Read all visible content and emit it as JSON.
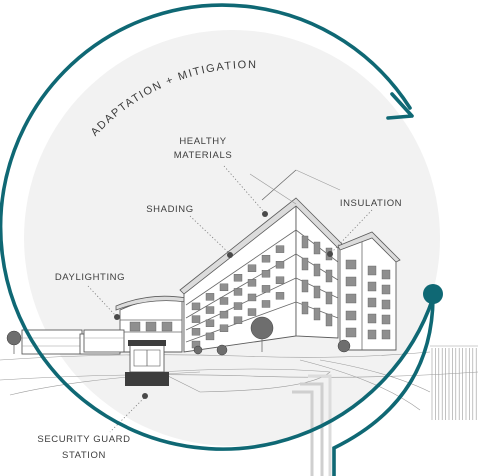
{
  "arc_title": "ADAPTATION + MITIGATION",
  "labels": {
    "healthy_materials_line1": "HEALTHY",
    "healthy_materials_line2": "MATERIALS",
    "shading": "SHADING",
    "insulation": "INSULATION",
    "daylighting": "DAYLIGHTING",
    "security_line1": "SECURITY GUARD",
    "security_line2": "STATION"
  },
  "colors": {
    "cycle_ring": "#0f6874",
    "ink": "#3d3d3d",
    "disc_fill": "#f2f2f2"
  }
}
